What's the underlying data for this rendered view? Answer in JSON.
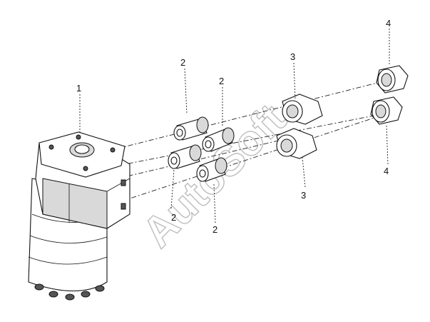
{
  "diagram": {
    "watermark": "AutoSoft",
    "callouts": [
      {
        "id": "callout-1-motor",
        "text": "1"
      },
      {
        "id": "callout-2-top-left",
        "text": "2"
      },
      {
        "id": "callout-2-top-mid",
        "text": "2"
      },
      {
        "id": "callout-2-lower-left",
        "text": "2"
      },
      {
        "id": "callout-2-bottom",
        "text": "2"
      },
      {
        "id": "callout-3-top",
        "text": "3"
      },
      {
        "id": "callout-3-bottom",
        "text": "3"
      },
      {
        "id": "callout-4-top",
        "text": "4"
      },
      {
        "id": "callout-4-bottom",
        "text": "4"
      }
    ]
  }
}
